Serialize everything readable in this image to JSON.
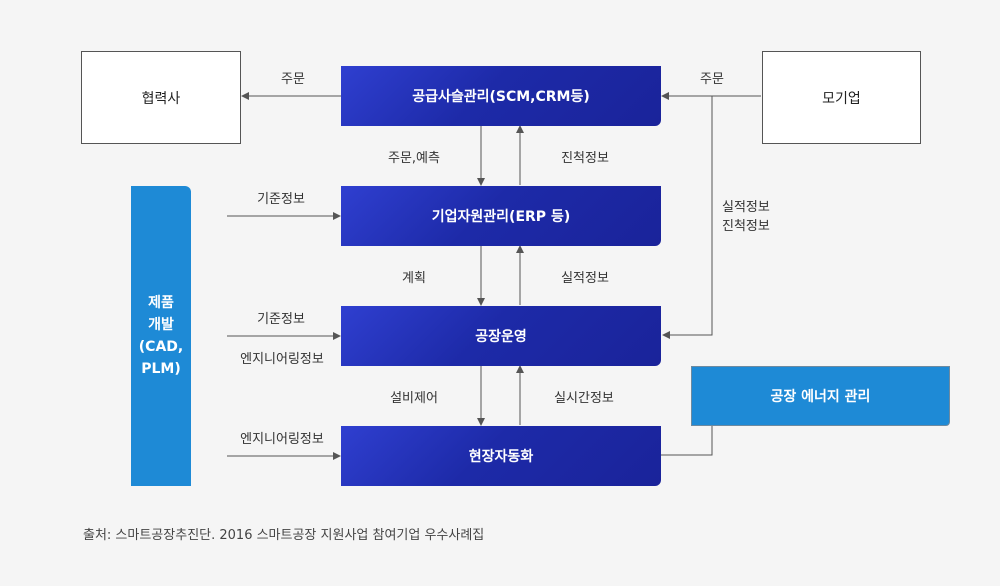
{
  "diagram": {
    "boxes": {
      "partner": "협력사",
      "parent": "모기업",
      "scm": "공급사슬관리(SCM,CRM등)",
      "erp": "기업자원관리(ERP 등)",
      "factory_ops": "공장운영",
      "field_auto": "현장자동화",
      "energy": "공장 에너지 관리",
      "product_dev_lines": [
        "제품",
        "개발",
        "(CAD,",
        "PLM)"
      ]
    },
    "labels": {
      "order_left": "주문",
      "order_right": "주문",
      "order_forecast": "주문,예측",
      "progress_info": "진척정보",
      "ref_info_1": "기준정보",
      "plan": "계획",
      "perf_info": "실적정보",
      "ref_info_2": "기준정보",
      "eng_info_1": "엔지니어링정보",
      "equip_control": "설비제어",
      "realtime_info": "실시간정보",
      "eng_info_2": "엔지니어링정보",
      "right_perf": "실적정보",
      "right_progress": "진척정보"
    },
    "colors": {
      "blue": "#1d2aa8",
      "sky": "#1e8ad6",
      "line": "#555555"
    }
  },
  "source": "출처: 스마트공장추진단. 2016 스마트공장 지원사업 참여기업 우수사례집"
}
